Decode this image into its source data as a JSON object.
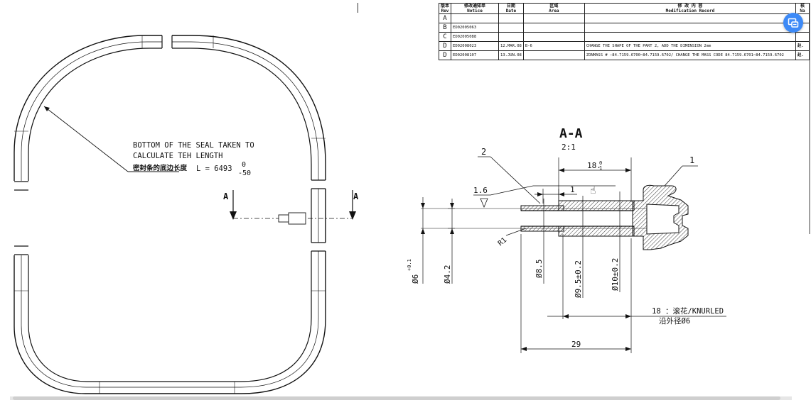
{
  "revision_table": {
    "headers": [
      {
        "cn": "版本",
        "en": "Rev"
      },
      {
        "cn": "修改通知单",
        "en": "Notice"
      },
      {
        "cn": "日期",
        "en": "Date"
      },
      {
        "cn": "区域",
        "en": "Area"
      },
      {
        "cn": "修 改 内 容",
        "en": "Modification Record"
      },
      {
        "cn": "核",
        "en": "Na"
      }
    ],
    "rows": [
      {
        "rev": "A",
        "notice": "",
        "date": "",
        "area": "",
        "record": "",
        "by": ""
      },
      {
        "rev": "B",
        "notice": "ED02005063",
        "date": "",
        "area": "",
        "record": "",
        "by": ""
      },
      {
        "rev": "C",
        "notice": "ED02005088",
        "date": "",
        "area": "",
        "record": "",
        "by": ""
      },
      {
        "rev": "D",
        "notice": "ED02008023",
        "date": "12.MAR.08",
        "area": "B-6",
        "record": "CHANGE THE SHAPE OF THE PART 2, ADD THE DIMENSION 2mm",
        "by": "赵."
      },
      {
        "rev": "D",
        "notice": "ED02008107",
        "date": "13.JUN.08",
        "area": "",
        "record": "ZONMASS # —84.7159.6700~84.7159.6702/ CHANGE THE MASS CODE 84.7159.6701~84.7159.6702",
        "by": "赵."
      }
    ]
  },
  "seal_view": {
    "note_line1": "BOTTOM OF THE SEAL TAKEN TO",
    "note_line2": "CALCULATE TEH LENGTH",
    "note_cn": "密封条的底边长度",
    "length_label": "L = 6493",
    "tol_upper": "0",
    "tol_lower": "-50",
    "section_marker": "A"
  },
  "section_view": {
    "title": "A-A",
    "scale": "2:1",
    "callout_1": "1",
    "callout_2": "2",
    "dim_top": "18.",
    "dim_top_sup": "0",
    "dim_top_sub": "1",
    "dim_1_6": "1.6",
    "dim_1": "1",
    "dim_r1": "R1",
    "dim_d6": "Ø6",
    "dim_d6_tol": "+0.1",
    "dim_d4_2": "Ø4.2",
    "dim_d8_5": "Ø8.5",
    "dim_d9_5": "Ø9.5±0.2",
    "dim_d10": "Ø10±0.2",
    "knurl_line1": "18 ：滚花/KNURLED",
    "knurl_line2": "沿外径Ø6",
    "dim_29": "29"
  },
  "fab_icon": "screen-capture-icon",
  "colors": {
    "fab": "#3d8af7"
  }
}
